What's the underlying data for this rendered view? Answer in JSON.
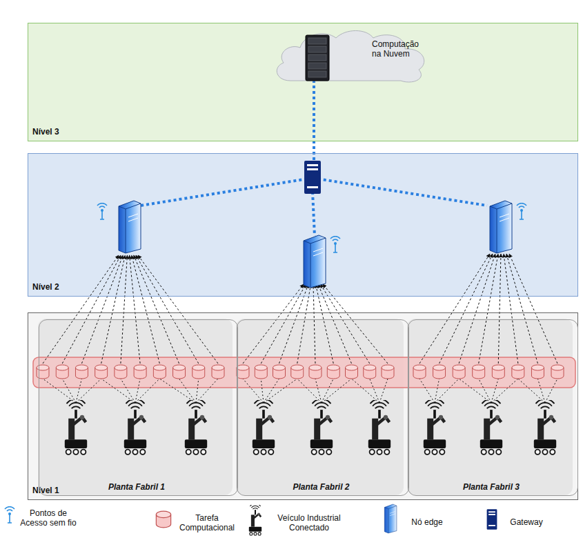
{
  "diagram": {
    "nodes": [
      {
        "text": [
          "Nível 3"
        ]
      },
      {
        "text": [
          "Computação na Nuvem"
        ],
        "in": 0
      },
      {
        "text": [
          "Nível 2"
        ]
      },
      {
        "text": [
          "Nível 1"
        ]
      },
      {
        "text": [
          "Planta Fabril 1"
        ],
        "in": 3
      },
      {
        "text": [
          "Planta Fabril 2"
        ],
        "in": 3
      },
      {
        "text": [
          "Planta Fabril 3"
        ],
        "in": 3
      }
    ],
    "legend": [
      {
        "text": "Pontos de Acesso sem fio"
      },
      {
        "text": "Tarefa Computacional"
      },
      {
        "text": "Veículo Industrial Conectado"
      },
      {
        "text": "Nó edge"
      },
      {
        "text": "Gateway"
      }
    ]
  }
}
